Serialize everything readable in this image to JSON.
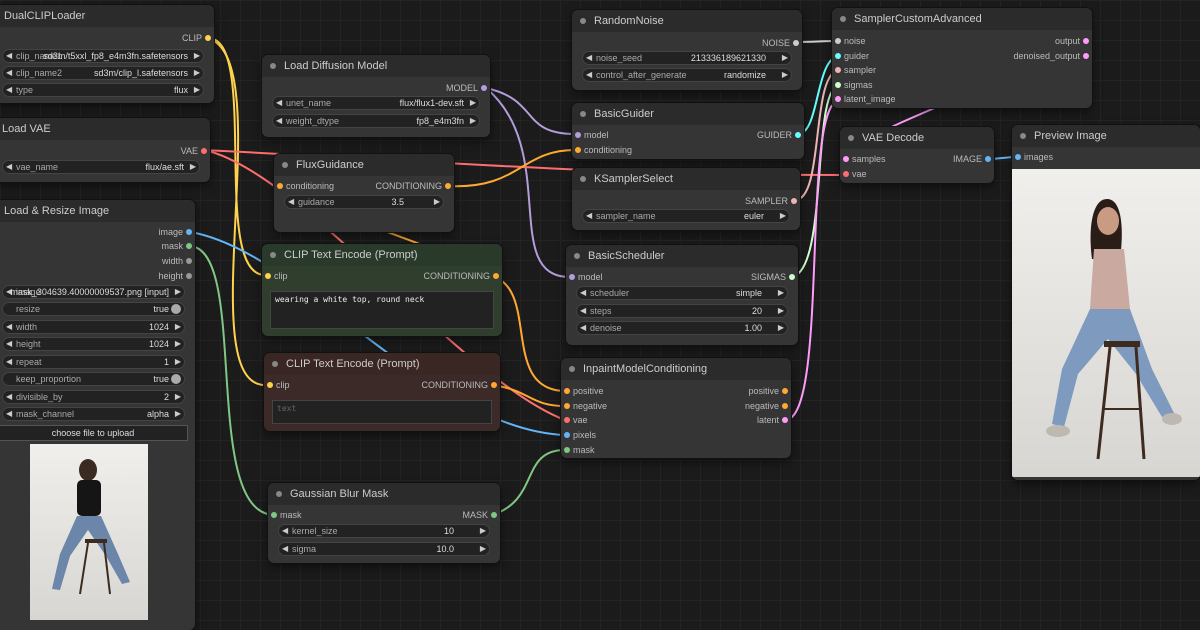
{
  "colors": {
    "clip": "#ffd24d",
    "model": "#b39ddb",
    "vae": "#ff6e6e",
    "conditioning": "#ffa931",
    "image": "#64b5f6",
    "mask": "#81c784",
    "latent": "#ff9cf9",
    "noise": "#cccccc",
    "guider": "#66ffff",
    "sampler": "#ecb4b4",
    "sigmas": "#cdffcd"
  },
  "nodes": {
    "dualclip": {
      "title": "DualCLIPLoader",
      "out_clip": "CLIP",
      "w1_label": "clip_name1",
      "w1_value": "sd3m/t5xxl_fp8_e4m3fn.safetensors",
      "w2_label": "clip_name2",
      "w2_value": "sd3m/clip_l.safetensors",
      "w3_label": "type",
      "w3_value": "flux"
    },
    "loadvae": {
      "title": "Load VAE",
      "out_vae": "VAE",
      "w1_label": "vae_name",
      "w1_value": "flux/ae.sft"
    },
    "loadresize": {
      "title": "Load & Resize Image",
      "out_image": "image",
      "out_mask": "mask",
      "out_width": "width",
      "out_height": "height",
      "w_image_label": "image",
      "w_image_value": "mask_304639.40000009537.png [input]",
      "w_resize_label": "resize",
      "w_resize_value": "true",
      "w_width_label": "width",
      "w_width_value": "1024",
      "w_height_label": "height",
      "w_height_value": "1024",
      "w_repeat_label": "repeat",
      "w_repeat_value": "1",
      "w_keep_label": "keep_proportion",
      "w_keep_value": "true",
      "w_div_label": "divisible_by",
      "w_div_value": "2",
      "w_mask_label": "mask_channel",
      "w_mask_value": "alpha",
      "upload": "choose file to upload"
    },
    "loaddiff": {
      "title": "Load Diffusion Model",
      "out_model": "MODEL",
      "w1_label": "unet_name",
      "w1_value": "flux/flux1-dev.sft",
      "w2_label": "weight_dtype",
      "w2_value": "fp8_e4m3fn"
    },
    "fluxguid": {
      "title": "FluxGuidance",
      "in_cond": "conditioning",
      "out_cond": "CONDITIONING",
      "w1_label": "guidance",
      "w1_value": "3.5"
    },
    "cliptext1": {
      "title": "CLIP Text Encode (Prompt)",
      "in_clip": "clip",
      "out_cond": "CONDITIONING",
      "text": "wearing a white top, round neck"
    },
    "cliptext2": {
      "title": "CLIP Text Encode (Prompt)",
      "in_clip": "clip",
      "out_cond": "CONDITIONING",
      "placeholder": "text"
    },
    "gaussblur": {
      "title": "Gaussian Blur Mask",
      "in_mask": "mask",
      "out_mask": "MASK",
      "w1_label": "kernel_size",
      "w1_value": "10",
      "w2_label": "sigma",
      "w2_value": "10.0"
    },
    "randnoise": {
      "title": "RandomNoise",
      "out_noise": "NOISE",
      "w1_label": "noise_seed",
      "w1_value": "213336189621330",
      "w2_label": "control_after_generate",
      "w2_value": "randomize"
    },
    "basicguider": {
      "title": "BasicGuider",
      "in_model": "model",
      "in_cond": "conditioning",
      "out_guider": "GUIDER"
    },
    "ksampler": {
      "title": "KSamplerSelect",
      "out_sampler": "SAMPLER",
      "w1_label": "sampler_name",
      "w1_value": "euler"
    },
    "basicsched": {
      "title": "BasicScheduler",
      "in_model": "model",
      "out_sigmas": "SIGMAS",
      "w1_label": "scheduler",
      "w1_value": "simple",
      "w2_label": "steps",
      "w2_value": "20",
      "w3_label": "denoise",
      "w3_value": "1.00"
    },
    "inpaint": {
      "title": "InpaintModelConditioning",
      "in_pos": "positive",
      "in_neg": "negative",
      "in_vae": "vae",
      "in_pixels": "pixels",
      "in_mask": "mask",
      "out_pos": "positive",
      "out_neg": "negative",
      "out_latent": "latent"
    },
    "samplercustom": {
      "title": "SamplerCustomAdvanced",
      "in_noise": "noise",
      "in_guider": "guider",
      "in_sampler": "sampler",
      "in_sigmas": "sigmas",
      "in_latent": "latent_image",
      "out_output": "output",
      "out_denoised": "denoised_output"
    },
    "vaedecode": {
      "title": "VAE Decode",
      "in_samples": "samples",
      "in_vae": "vae",
      "out_image": "IMAGE"
    },
    "preview": {
      "title": "Preview Image",
      "in_images": "images"
    }
  }
}
